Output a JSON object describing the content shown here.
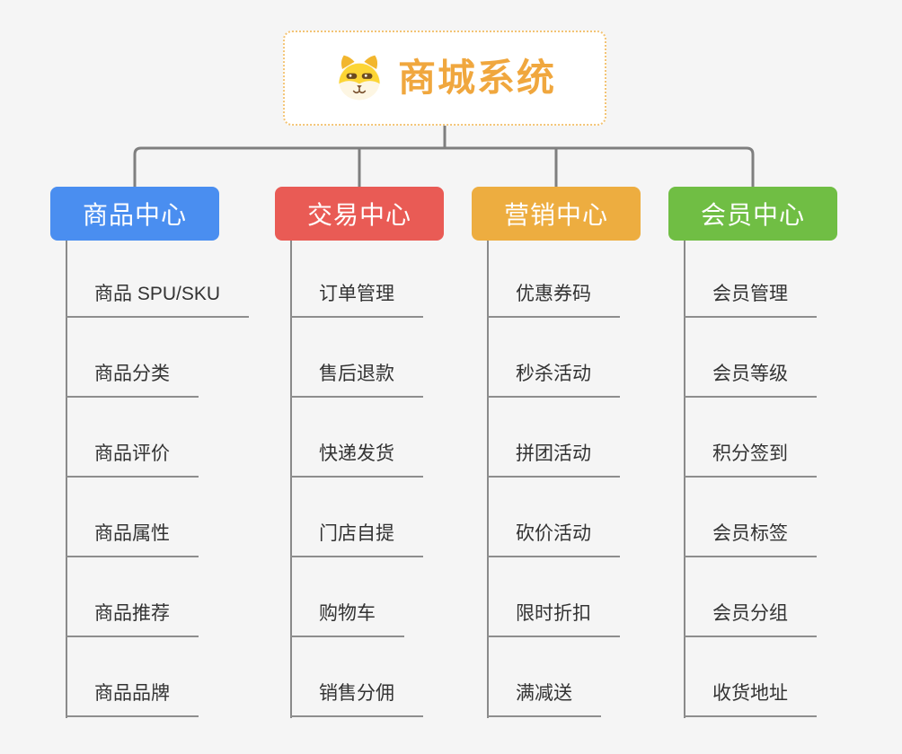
{
  "root": {
    "title": "商城系统",
    "icon": "dog-icon",
    "border_color": "#f3c475",
    "title_color": "#f0a73e",
    "background": "#ffffff"
  },
  "canvas": {
    "background": "#f5f5f5",
    "connector_color": "#7f7f7f",
    "leaf_line_color": "#8e8e8e",
    "leaf_text_color": "#333333"
  },
  "branches": [
    {
      "label": "商品中心",
      "color": "#4a8ef0",
      "items": [
        "商品 SPU/SKU",
        "商品分类",
        "商品评价",
        "商品属性",
        "商品推荐",
        "商品品牌"
      ]
    },
    {
      "label": "交易中心",
      "color": "#e95b55",
      "items": [
        "订单管理",
        "售后退款",
        "快递发货",
        "门店自提",
        "购物车",
        "销售分佣"
      ]
    },
    {
      "label": "营销中心",
      "color": "#edad40",
      "items": [
        "优惠券码",
        "秒杀活动",
        "拼团活动",
        "砍价活动",
        "限时折扣",
        "满减送"
      ]
    },
    {
      "label": "会员中心",
      "color": "#70be44",
      "items": [
        "会员管理",
        "会员等级",
        "积分签到",
        "会员标签",
        "会员分组",
        "收货地址"
      ]
    }
  ]
}
